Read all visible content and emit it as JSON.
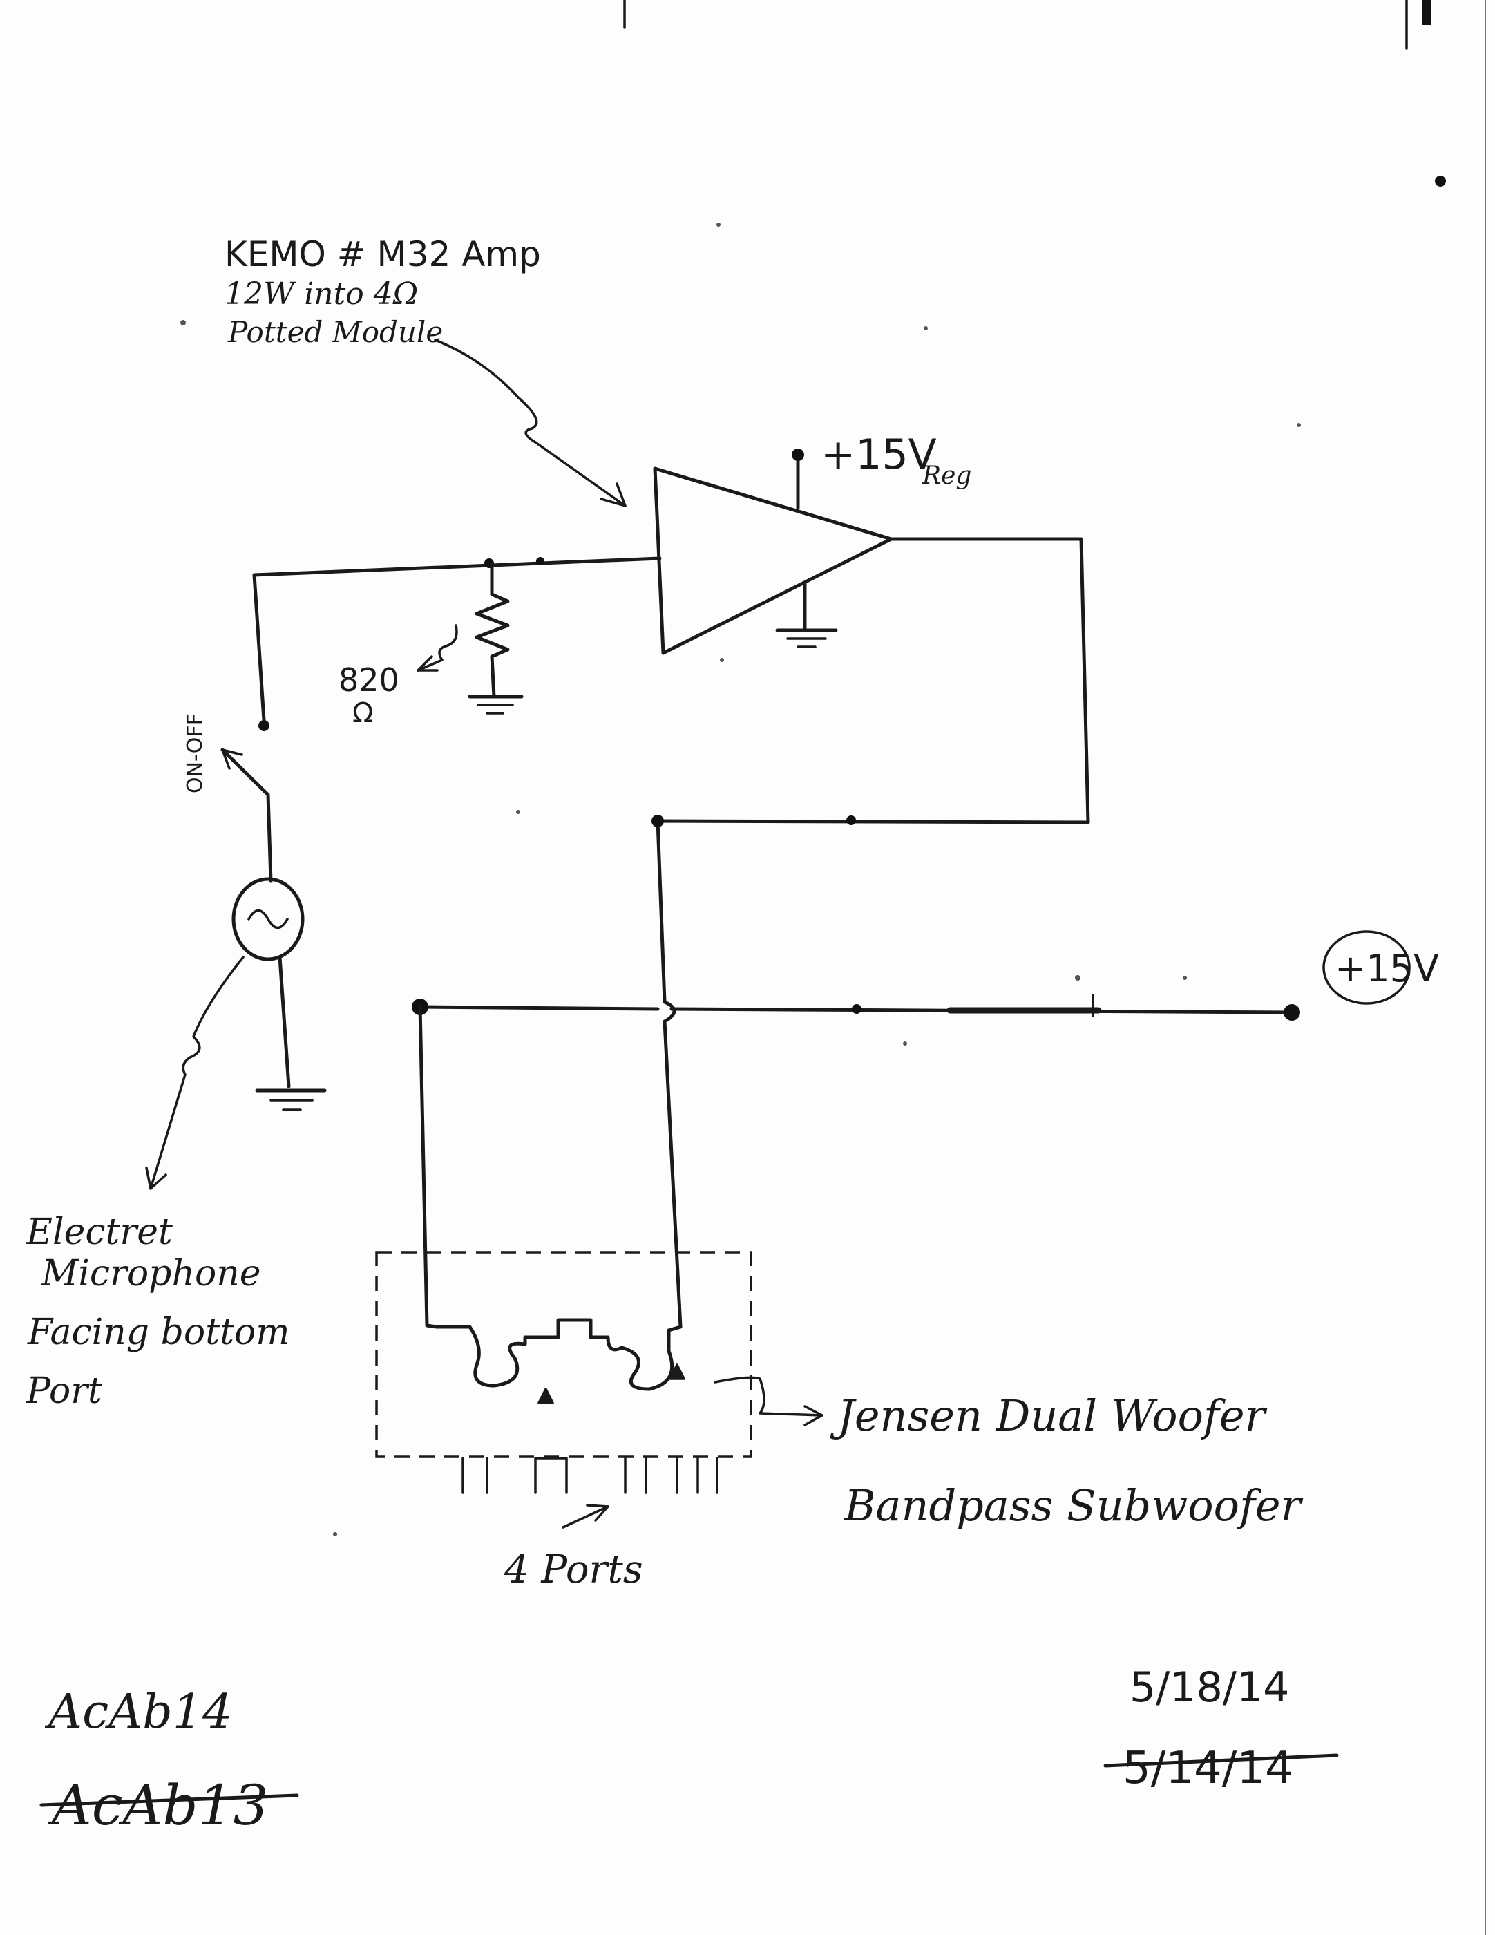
{
  "amp_note": {
    "line1": "KEMO # M32 Amp",
    "line2": "12W into 4Ω",
    "line3": "Potted Module"
  },
  "supply_reg_label": {
    "main": "+15V",
    "sub": "Reg"
  },
  "resistor_label": {
    "value": "820",
    "unit": "Ω"
  },
  "switch_label": "ON-OFF",
  "supply_label": "+15V",
  "mic_note": {
    "line1": "Electret",
    "line2": "Microphone",
    "line3": "Facing bottom",
    "line4": "Port"
  },
  "woofer_note": {
    "line1": "Jensen Dual Woofer",
    "line2": "Bandpass Subwoofer"
  },
  "ports_label": "4 Ports",
  "ids": {
    "current": "AcAb14",
    "old": "AcAb13"
  },
  "dates": {
    "current": "5/18/14",
    "old": "5/14/14"
  }
}
